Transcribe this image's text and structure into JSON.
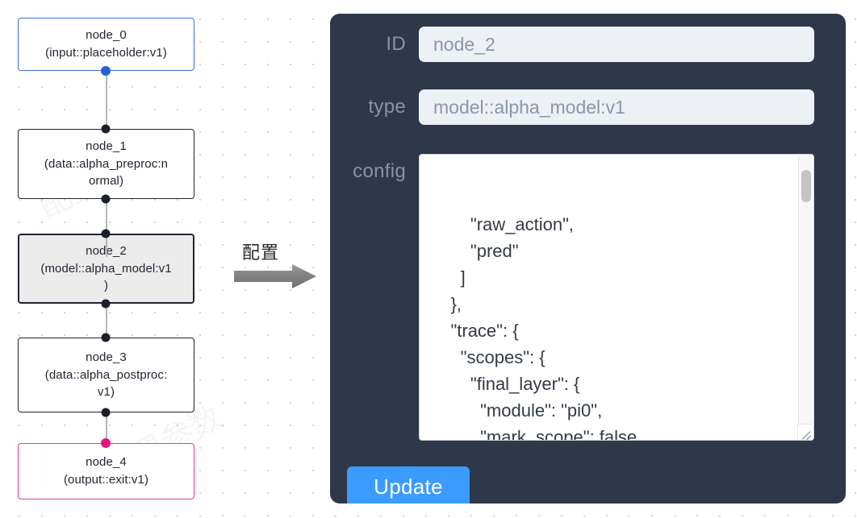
{
  "canvas": {
    "nodes": [
      {
        "id": "node_0",
        "title": "node_0",
        "subtitle": "(input::placeholder:v1)",
        "state": "selected-input",
        "accent": "#3b6fd4"
      },
      {
        "id": "node_1",
        "title": "node_1",
        "subtitle": "(data::alpha_preproc:n\normal)",
        "state": "default",
        "accent": "#1f2430"
      },
      {
        "id": "node_2",
        "title": "node_2",
        "subtitle": "(model::alpha_model:v1\n)",
        "state": "active",
        "accent": "#1f2430"
      },
      {
        "id": "node_3",
        "title": "node_3",
        "subtitle": "(data::alpha_postproc:\nv1)",
        "state": "default",
        "accent": "#1f2430"
      },
      {
        "id": "node_4",
        "title": "node_4",
        "subtitle": "(output::exit:v1)",
        "state": "selected-output",
        "accent": "#e53b97"
      }
    ],
    "edges": [
      {
        "from": "node_0",
        "to": "node_1"
      },
      {
        "from": "node_1",
        "to": "node_2"
      },
      {
        "from": "node_2",
        "to": "node_3"
      },
      {
        "from": "node_3",
        "to": "node_4"
      }
    ],
    "watermark_text": "配置参数"
  },
  "annotation": {
    "label": "配置",
    "arrow_direction": "right"
  },
  "config_panel": {
    "background_color": "#2e3849",
    "fields": [
      {
        "key": "id",
        "label": "ID",
        "value": "node_2"
      },
      {
        "key": "type",
        "label": "type",
        "value": "model::alpha_model:v1"
      },
      {
        "key": "config",
        "label": "config",
        "value": "        \"raw_action\",\n        \"pred\"\n      ]\n    },\n    \"trace\": {\n      \"scopes\": {\n        \"final_layer\": {\n          \"module\": \"pi0\",\n          \"mark_scope\": false\n        },\n        \"action_model\": {"
      }
    ],
    "update_button": {
      "label": "Update",
      "color": "#3b9bff"
    },
    "scrollbar": {
      "visible": true,
      "thumb_position": "near-top"
    }
  }
}
